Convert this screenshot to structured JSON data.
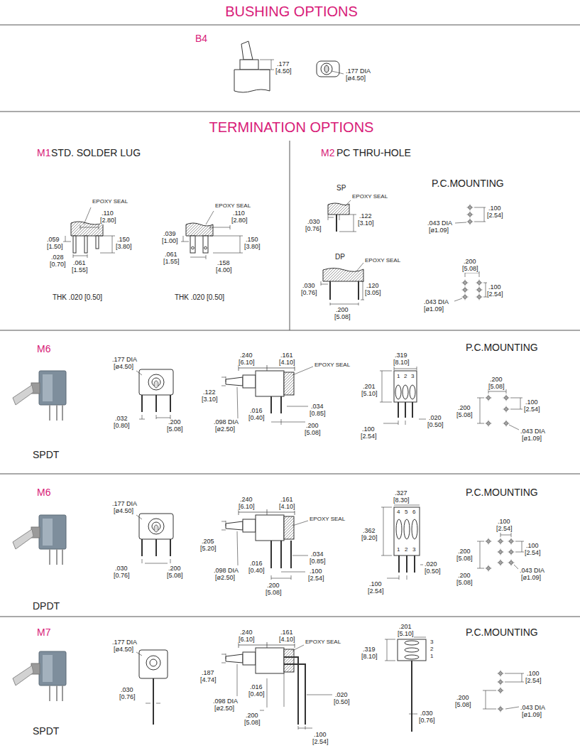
{
  "diagram": {
    "labels": [
      "BUSHING OPTIONS",
      "B4",
      ".177",
      "[4.50]",
      ".177 DIA",
      "[ø4.50]",
      "TERMINATION OPTIONS",
      "M1",
      "STD. SOLDER LUG",
      "M2",
      "PC THRU-HOLE",
      "EPOXY SEAL",
      ".110",
      "[2.80]",
      ".059",
      "[1.50]",
      ".150",
      "[3.80]",
      ".028",
      "[0.70]",
      ".061",
      "[1.55]",
      "THK .020 [0.50]",
      "EPOXY SEAL",
      ".110",
      "[2.80]",
      ".039",
      "[1.00]",
      ".150",
      "[3.80]",
      ".061",
      "[1.55]",
      ".158",
      "[4.00]",
      "THK .020 [0.50]",
      "SP",
      "EPOXY SEAL",
      ".030",
      "[0.76]",
      ".122",
      "[3.10]",
      "P.C.MOUNTING",
      ".100",
      "[2.54]",
      ".043 DIA",
      "[ø1.09]",
      "DP",
      "EPOXY SEAL",
      ".030",
      "[0.76]",
      ".120",
      "[3.05]",
      ".200",
      "[5.08]",
      ".200",
      "[5.08]",
      ".100",
      "[2.54]",
      ".043 DIA",
      "[ø1.09]",
      "M6",
      "P.C.MOUNTING",
      "SPDT",
      ".177 DIA",
      "[ø4.50]",
      ".032",
      "[0.80]",
      ".200",
      "[5.08]",
      ".240",
      "[6.10]",
      ".161",
      "[4.10]",
      "EPOXY SEAL",
      ".122",
      "[3.10]",
      ".016",
      "[0.40]",
      ".034",
      "[0.85]",
      ".098 DIA",
      "[ø2.50]",
      ".200",
      "[5.08]",
      ".319",
      "[8.10]",
      "1",
      "2",
      "3",
      ".201",
      "[5.10]",
      ".020",
      "[0.50]",
      ".100",
      "[2.54]",
      ".200",
      "[5.08]",
      ".200",
      "[5.08]",
      ".100",
      "[2.54]",
      ".043 DIA",
      "[ø1.09]",
      "M6",
      "P.C.MOUNTING",
      "DPDT",
      ".177 DIA",
      "[ø4.50]",
      ".030",
      "[0.76]",
      ".200",
      "[5.08]",
      ".240",
      "[6.10]",
      ".161",
      "[4.10]",
      "EPOXY SEAL",
      ".205",
      "[5.20]",
      ".016",
      "[0.40]",
      ".034",
      "[0.85]",
      ".098 DIA",
      "[ø2.50]",
      ".100",
      "[2.54]",
      ".200",
      "[5.08]",
      ".327",
      "[8.30]",
      "4",
      "5",
      "6",
      ".362",
      "[9.20]",
      "1",
      "2",
      "3",
      ".100",
      "[2.54]",
      ".020",
      "[0.50]",
      ".100",
      "[2.54]",
      ".200",
      "[5.08]",
      ".100",
      "[2.54]",
      ".043 DIA",
      "[ø1.09]",
      ".200",
      "[5.08]",
      "M7",
      "P.C.MOUNTING",
      "SPDT",
      ".177 DIA",
      "[ø4.50]",
      ".030",
      "[0.76]",
      ".240",
      "[6.10]",
      ".161",
      "[4.10]",
      "EPOXY SEAL",
      ".187",
      "[4.74]",
      ".016",
      "[0.40]",
      ".098 DIA",
      "[ø2.50]",
      ".020",
      "[0.50]",
      ".200",
      "[5.08]",
      ".100",
      "[2.54]",
      ".201",
      "[5.10]",
      "3",
      "2",
      "1",
      ".319",
      "[8.10]",
      ".030",
      "[0.76]",
      ".100",
      "[2.54]",
      ".200",
      "[5.08]",
      ".043 DIA",
      "[ø1.09]"
    ]
  }
}
